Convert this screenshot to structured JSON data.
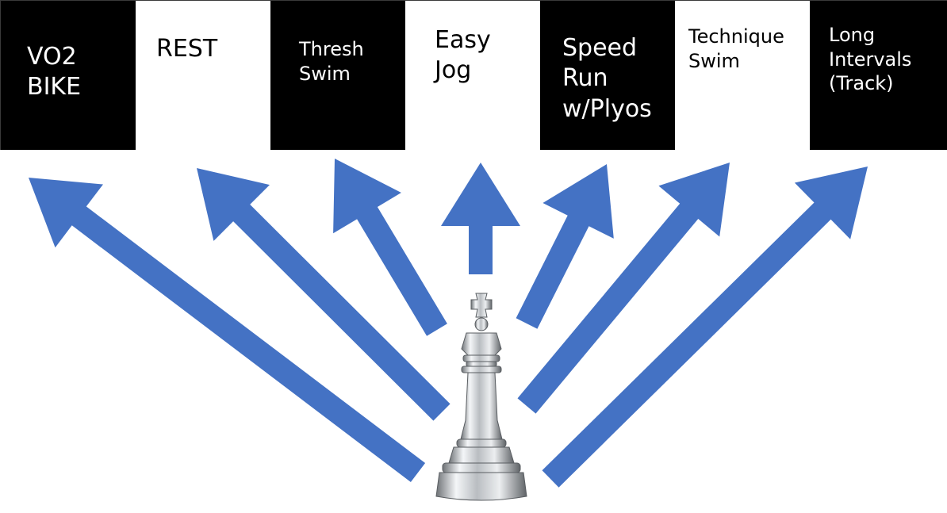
{
  "colors": {
    "dark_square": "#000000",
    "light_square": "#ffffff",
    "arrow": "#4472c4",
    "king_metal": "#c0c4c8"
  },
  "squares": [
    {
      "label": "VO2\nBIKE",
      "shade": "dark"
    },
    {
      "label": "REST",
      "shade": "light"
    },
    {
      "label": "Thresh\nSwim",
      "shade": "dark"
    },
    {
      "label": "Easy\nJog",
      "shade": "light"
    },
    {
      "label": "Speed\nRun\nw/Plyos",
      "shade": "dark"
    },
    {
      "label": "Technique\nSwim",
      "shade": "light"
    },
    {
      "label": "Long\nIntervals\n(Track)",
      "shade": "dark"
    }
  ],
  "icons": {
    "piece": "king-chess-piece-icon",
    "arrow": "arrow-icon"
  }
}
